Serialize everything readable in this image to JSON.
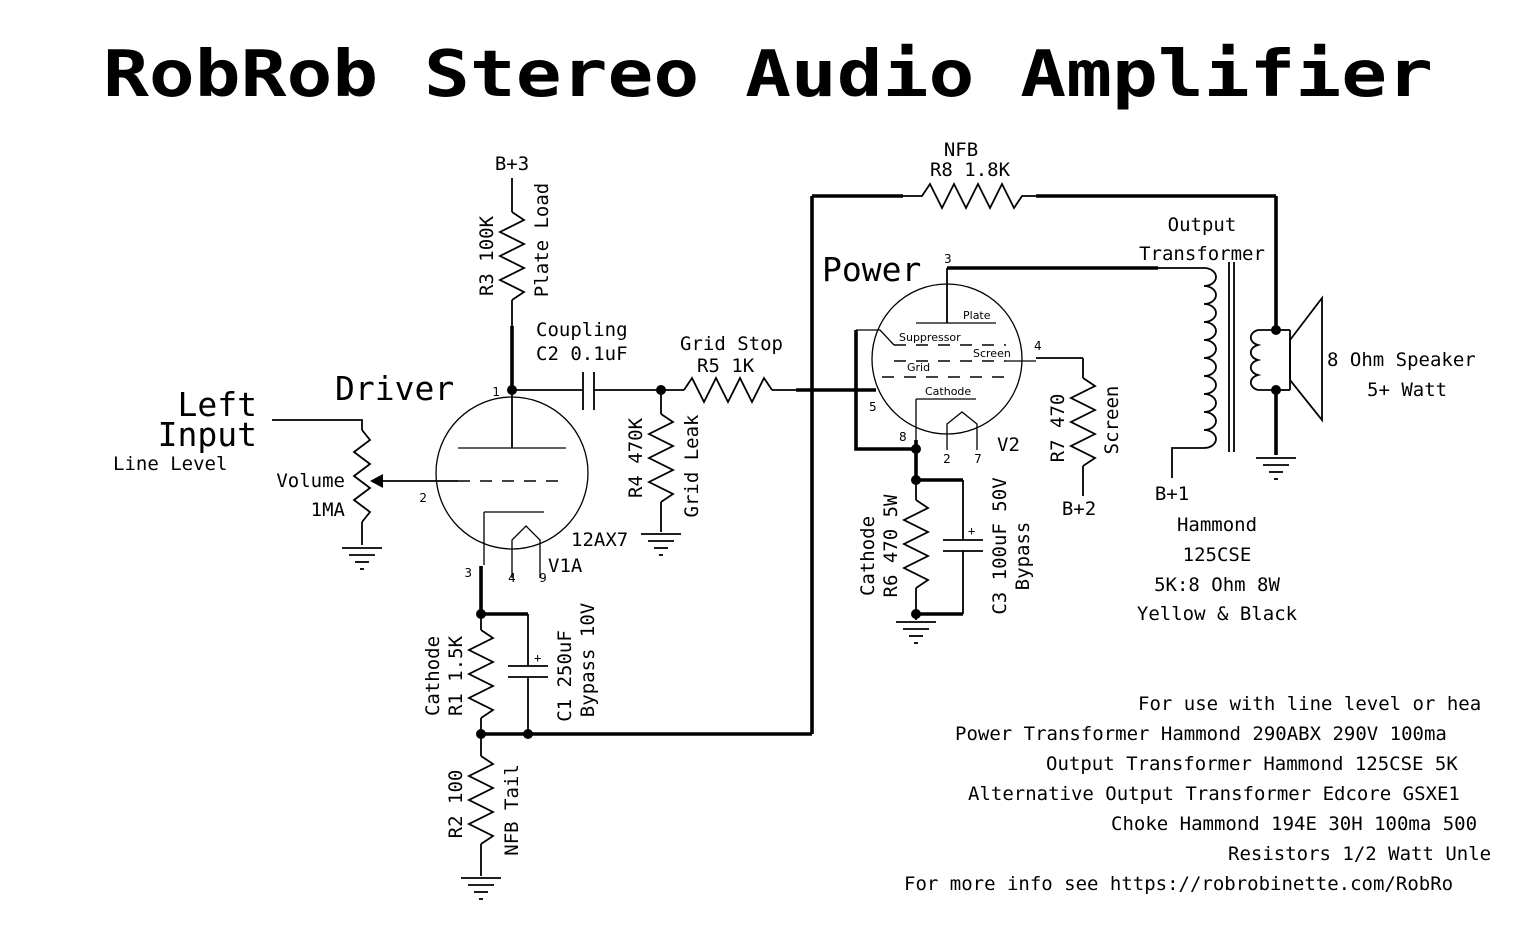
{
  "title": "RobRob Stereo Audio Amplifier",
  "stages": {
    "driver": "Driver",
    "power": "Power"
  },
  "input": {
    "line1": "Left",
    "line2": "Input",
    "level": "Line Level"
  },
  "volume": {
    "name": "Volume",
    "value": "1MA"
  },
  "tubes": {
    "v1": {
      "type": "12AX7",
      "ref": "V1A",
      "pins": {
        "plate": "1",
        "grid": "2",
        "cathode": "3",
        "heater_a": "4",
        "heater_b": "9"
      }
    },
    "v2": {
      "ref": "V2",
      "pins": {
        "plate": "3",
        "screen": "4",
        "grid": "5",
        "cathode": "8",
        "heater_a": "2",
        "heater_b": "7"
      },
      "element_labels": {
        "plate": "Plate",
        "suppressor": "Suppressor",
        "screen": "Screen",
        "grid": "Grid",
        "cathode": "Cathode"
      }
    }
  },
  "rails": {
    "b3": "B+3",
    "b2": "B+2",
    "b1": "B+1"
  },
  "components": {
    "r3": {
      "value": "R3 100K",
      "role": "Plate Load"
    },
    "c2": {
      "role": "Coupling",
      "value": "C2 0.1uF"
    },
    "r5": {
      "role": "Grid Stop",
      "value": "R5  1K"
    },
    "r4": {
      "value": "R4 470K",
      "role": "Grid Leak"
    },
    "r8": {
      "role": "NFB",
      "value": "R8 1.8K"
    },
    "r7": {
      "value": "R7 470",
      "role": "Screen"
    },
    "r6": {
      "role": "Cathode",
      "value": "R6 470 5W"
    },
    "c3": {
      "value": "C3 100uF 50V",
      "role": "Bypass",
      "polarity": "+"
    },
    "r1": {
      "role": "Cathode",
      "value": "R1 1.5K"
    },
    "c1": {
      "value": "C1 250uF",
      "role": "Bypass 10V",
      "polarity": "+"
    },
    "r2": {
      "value": "R2 100",
      "role": "NFB Tail"
    }
  },
  "output_transformer": {
    "line1": "Output",
    "line2": "Transformer",
    "details": [
      "Hammond",
      "125CSE",
      "5K:8 Ohm 8W",
      "Yellow & Black"
    ]
  },
  "speaker": {
    "line1": "8 Ohm Speaker",
    "line2": "5+ Watt"
  },
  "notes": [
    "For use with line level or hea",
    "Power Transformer Hammond 290ABX 290V 100ma",
    "Output Transformer Hammond 125CSE 5K",
    "Alternative Output Transformer Edcore GSXE1",
    "Choke Hammond 194E 30H 100ma 500",
    "Resistors 1/2 Watt Unle",
    "For more info see https://robrobinette.com/RobRo"
  ]
}
